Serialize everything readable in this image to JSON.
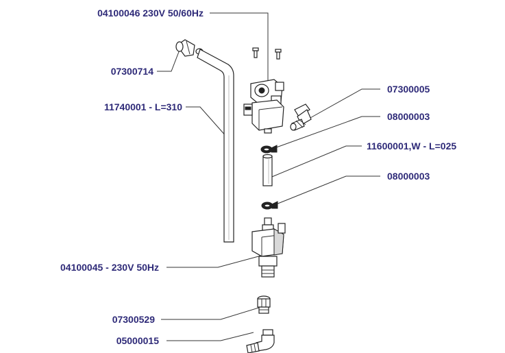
{
  "diagram": {
    "label_color": "#2e2a78",
    "labels": {
      "valve_top": "04100046 230V 50/60Hz",
      "elbow_fitting": "07300714",
      "tube": "11740001 - L=310",
      "hose_connector": "07300005",
      "clamp_upper": "08000003",
      "sleeve": "11600001,W - L=025",
      "clamp_lower": "08000003",
      "valve_bottom": "04100045 - 230V 50Hz",
      "nut_fitting": "07300529",
      "angle_fitting": "05000015"
    }
  }
}
